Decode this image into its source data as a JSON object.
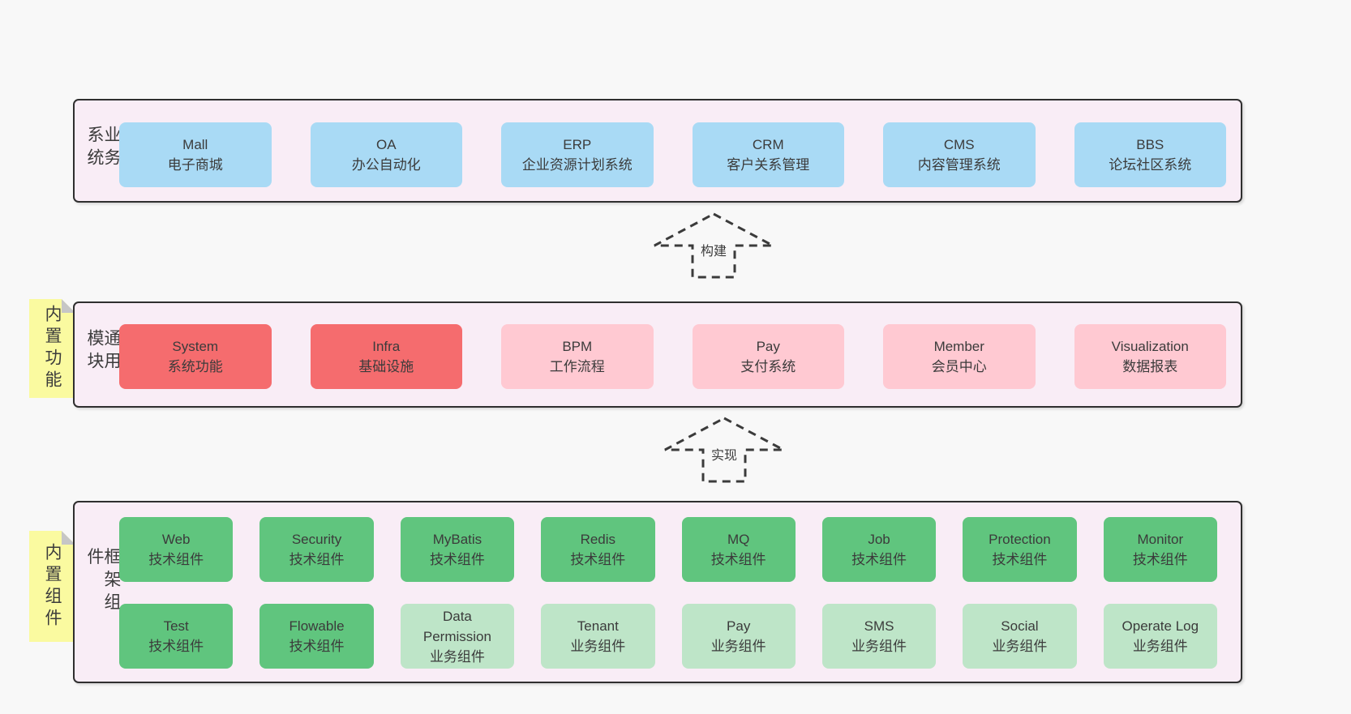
{
  "colors": {
    "page-bg": "#f8f8f8",
    "layer-bg": "#f9edf6",
    "border": "#2f2f2f",
    "text": "#3b3b3b",
    "blue": "#a9daf5",
    "red": "#f56c6e",
    "pink": "#ffc9d2",
    "green": "#60c57e",
    "green-light": "#bee5c8",
    "sticky": "#fafaa0",
    "fold": "#c6c6c6"
  },
  "layer1": {
    "label": "业务系统",
    "boxes": [
      {
        "name": "Mall",
        "desc": "电子商城"
      },
      {
        "name": "OA",
        "desc": "办公自动化"
      },
      {
        "name": "ERP",
        "desc": "企业资源计划系统"
      },
      {
        "name": "CRM",
        "desc": "客户关系管理"
      },
      {
        "name": "CMS",
        "desc": "内容管理系统"
      },
      {
        "name": "BBS",
        "desc": "论坛社区系统"
      }
    ]
  },
  "arrow1": {
    "label": "构建"
  },
  "layer2": {
    "label": "通用模块",
    "sticky": "内置功能",
    "boxes": [
      {
        "name": "System",
        "desc": "系统功能"
      },
      {
        "name": "Infra",
        "desc": "基础设施"
      },
      {
        "name": "BPM",
        "desc": "工作流程"
      },
      {
        "name": "Pay",
        "desc": "支付系统"
      },
      {
        "name": "Member",
        "desc": "会员中心"
      },
      {
        "name": "Visualization",
        "desc": "数据报表"
      }
    ]
  },
  "arrow2": {
    "label": "实现"
  },
  "layer3": {
    "label": "框架组件",
    "sticky": "内置组件",
    "row1": [
      {
        "name": "Web",
        "desc": "技术组件"
      },
      {
        "name": "Security",
        "desc": "技术组件"
      },
      {
        "name": "MyBatis",
        "desc": "技术组件"
      },
      {
        "name": "Redis",
        "desc": "技术组件"
      },
      {
        "name": "MQ",
        "desc": "技术组件"
      },
      {
        "name": "Job",
        "desc": "技术组件"
      },
      {
        "name": "Protection",
        "desc": "技术组件"
      },
      {
        "name": "Monitor",
        "desc": "技术组件"
      }
    ],
    "row2": [
      {
        "name": "Test",
        "desc": "技术组件"
      },
      {
        "name": "Flowable",
        "desc": "技术组件"
      },
      {
        "name": "Data Permission",
        "desc": "业务组件"
      },
      {
        "name": "Tenant",
        "desc": "业务组件"
      },
      {
        "name": "Pay",
        "desc": "业务组件"
      },
      {
        "name": "SMS",
        "desc": "业务组件"
      },
      {
        "name": "Social",
        "desc": "业务组件"
      },
      {
        "name": "Operate Log",
        "desc": "业务组件"
      }
    ]
  }
}
